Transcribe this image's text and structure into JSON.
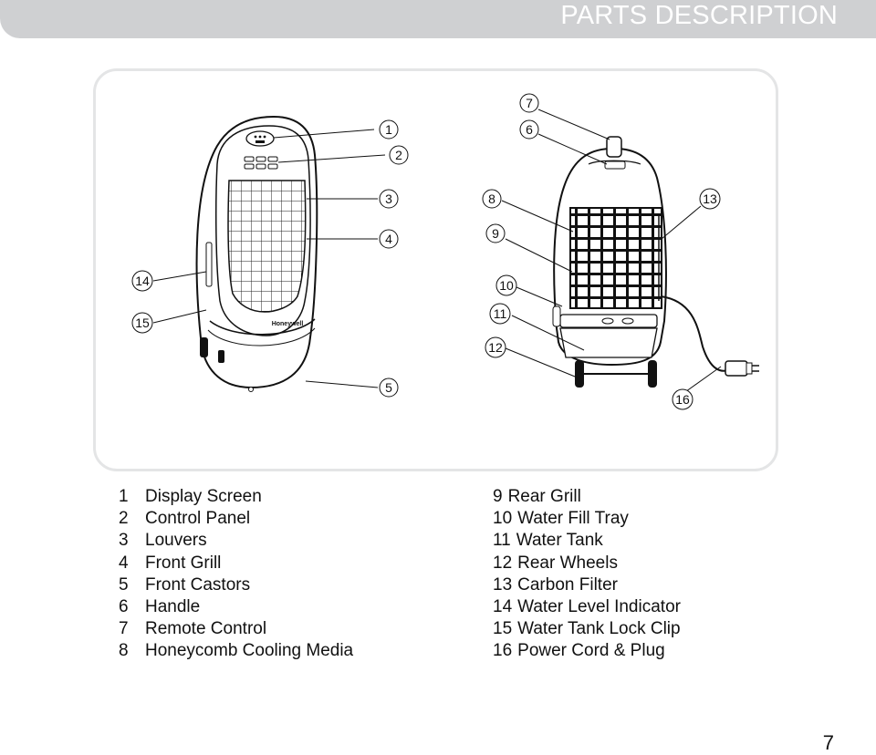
{
  "header": {
    "title": "PARTS DESCRIPTION"
  },
  "figure": {
    "front_callouts": [
      "1",
      "2",
      "3",
      "4",
      "5",
      "14",
      "15"
    ],
    "rear_callouts": [
      "6",
      "7",
      "8",
      "9",
      "10",
      "11",
      "12",
      "13",
      "16"
    ],
    "brand_logo_text": "Honeywell"
  },
  "parts_left": [
    {
      "num": "1",
      "label": "Display Screen"
    },
    {
      "num": "2",
      "label": "Control Panel"
    },
    {
      "num": "3",
      "label": "Louvers"
    },
    {
      "num": "4",
      "label": "Front Grill"
    },
    {
      "num": "5",
      "label": "Front Castors"
    },
    {
      "num": "6",
      "label": "Handle"
    },
    {
      "num": "7",
      "label": "Remote Control"
    },
    {
      "num": "8",
      "label": "Honeycomb Cooling Media"
    }
  ],
  "parts_right": [
    {
      "num": "9",
      "label": "Rear Grill"
    },
    {
      "num": "10",
      "label": "Water Fill Tray"
    },
    {
      "num": "11",
      "label": "Water Tank"
    },
    {
      "num": "12",
      "label": "Rear Wheels"
    },
    {
      "num": "13",
      "label": "Carbon Filter"
    },
    {
      "num": "14",
      "label": "Water Level Indicator"
    },
    {
      "num": "15",
      "label": "Water Tank Lock Clip"
    },
    {
      "num": "16",
      "label": "Power Cord & Plug"
    }
  ],
  "page": {
    "number": "7"
  }
}
